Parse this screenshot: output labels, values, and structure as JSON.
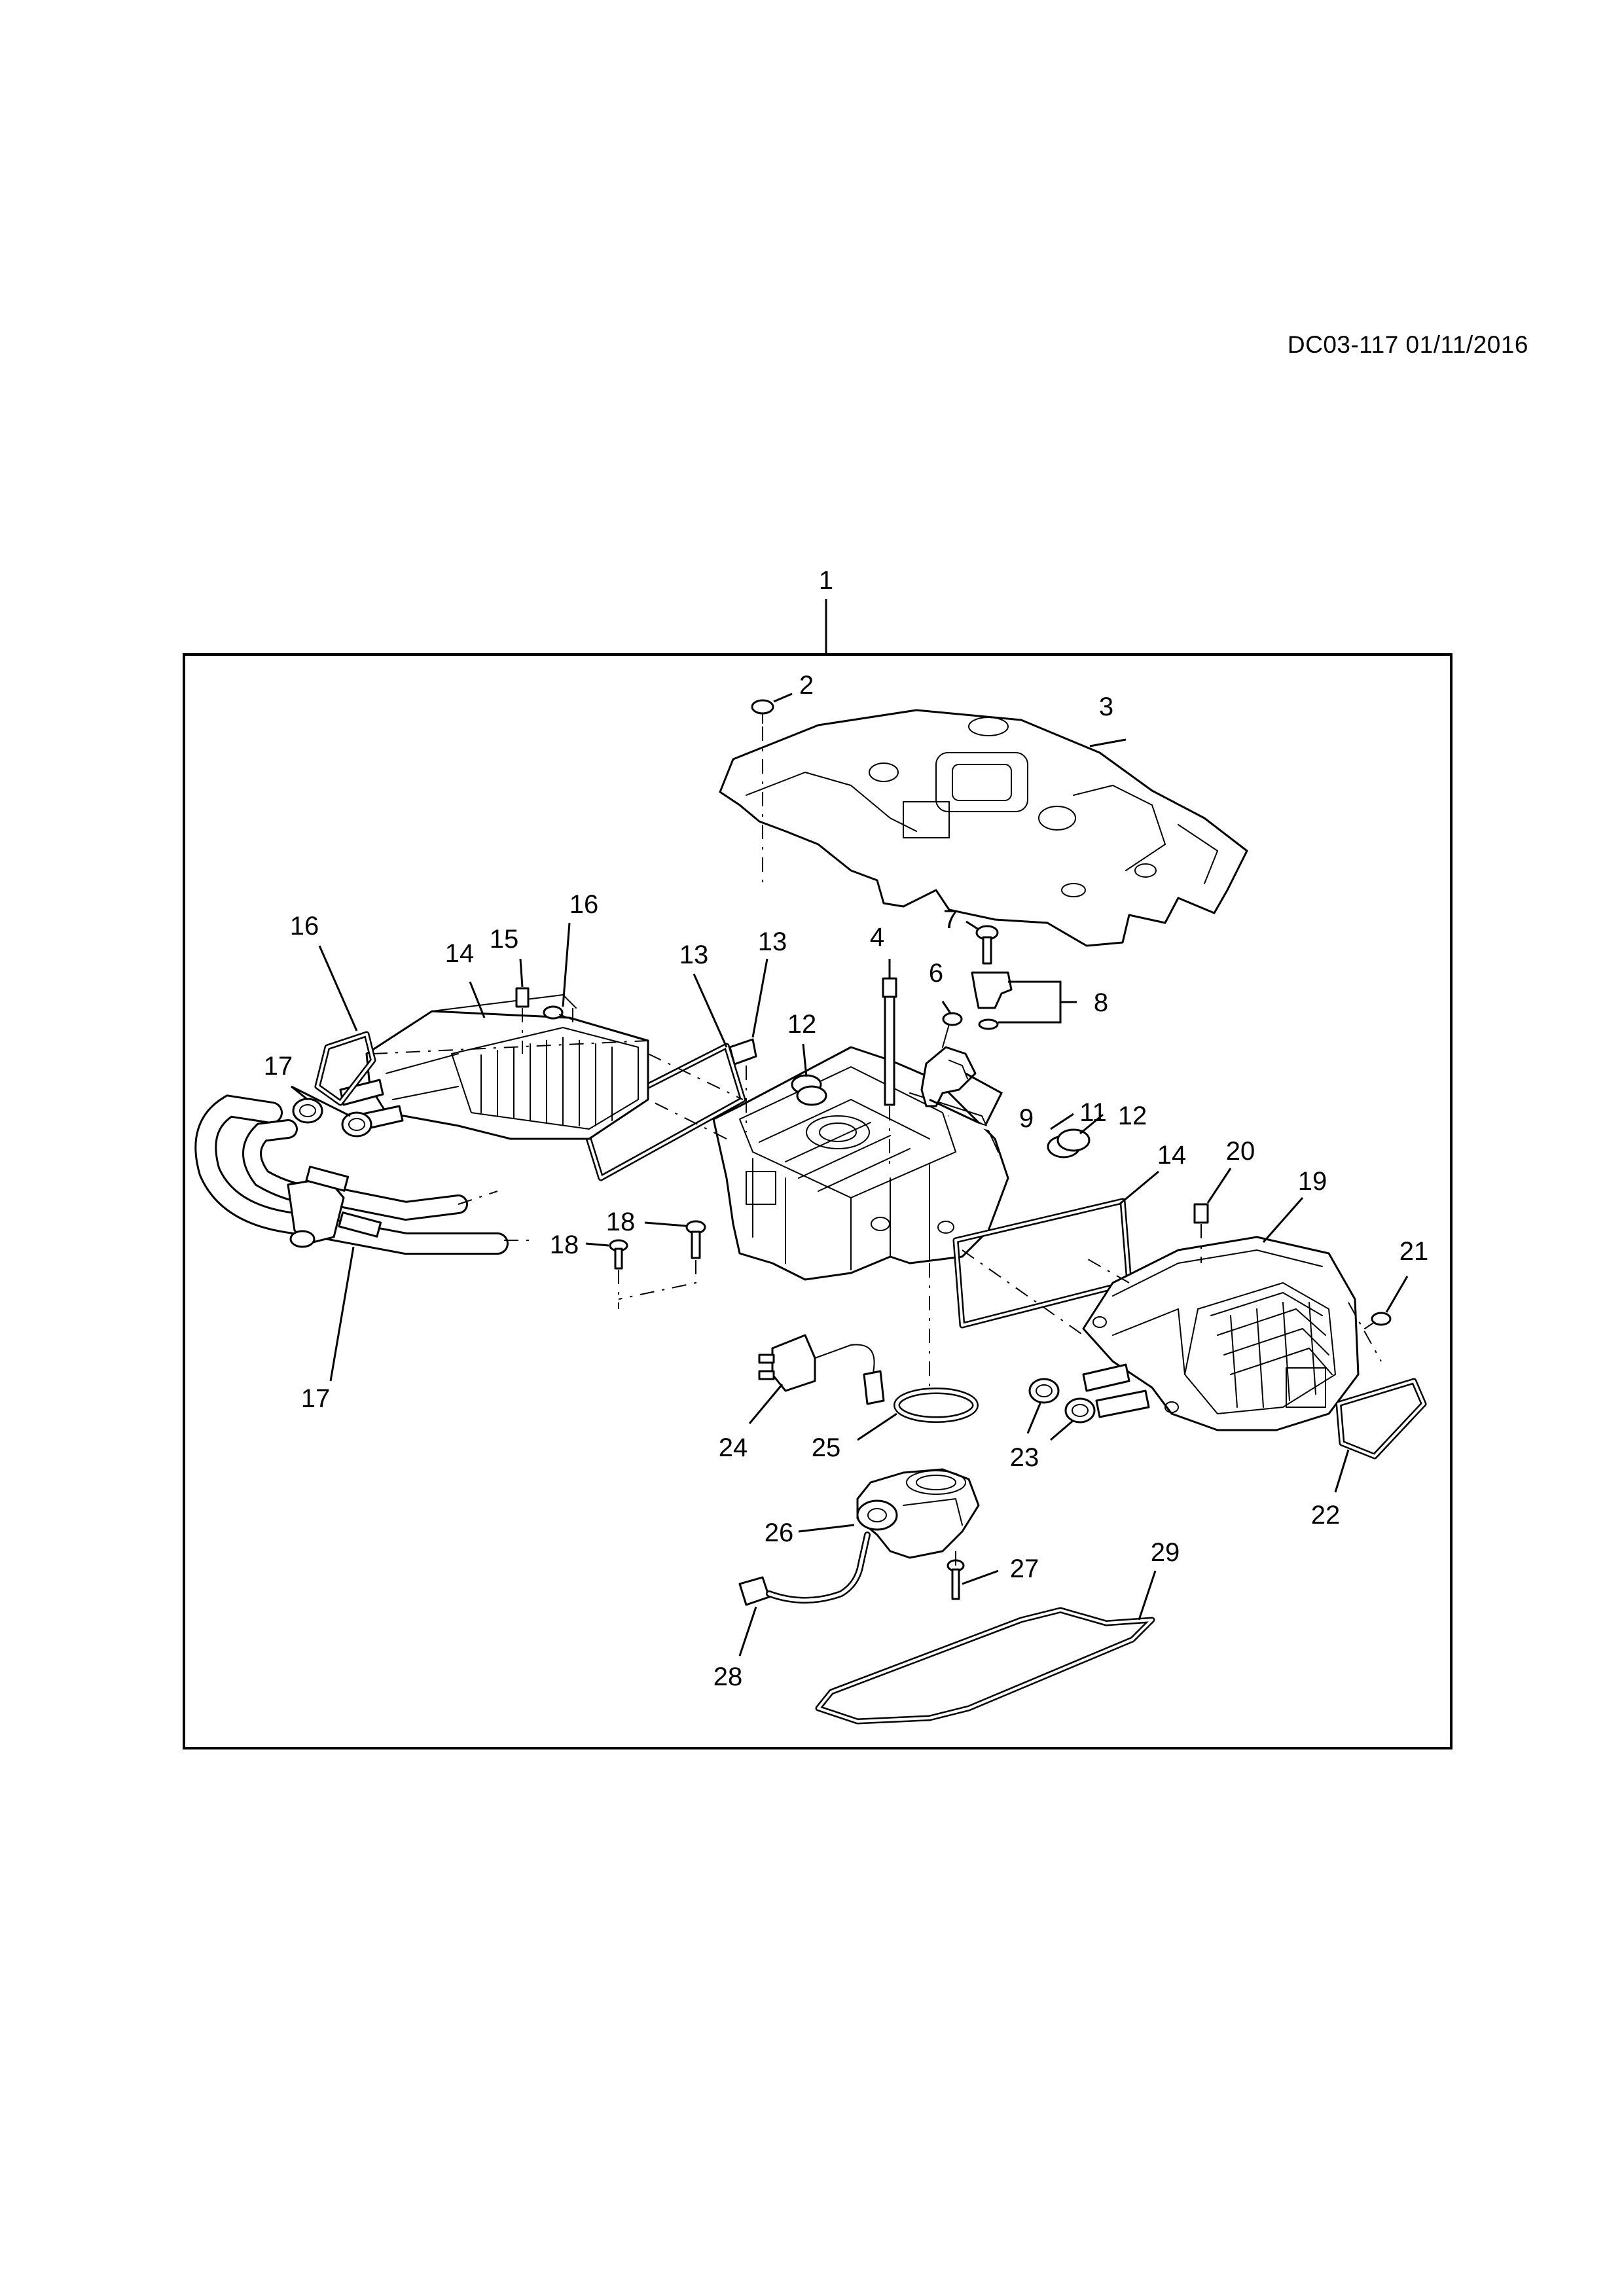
{
  "document": {
    "code": "DC03-117 01/11/2016"
  },
  "assembly": {
    "callout": "1"
  },
  "callouts": [
    {
      "id": "c2",
      "label": "2"
    },
    {
      "id": "c3",
      "label": "3"
    },
    {
      "id": "c4",
      "label": "4"
    },
    {
      "id": "c6",
      "label": "6"
    },
    {
      "id": "c7",
      "label": "7"
    },
    {
      "id": "c8",
      "label": "8"
    },
    {
      "id": "c9",
      "label": "9"
    },
    {
      "id": "c11",
      "label": "11"
    },
    {
      "id": "c12a",
      "label": "12"
    },
    {
      "id": "c12b",
      "label": "12"
    },
    {
      "id": "c13a",
      "label": "13"
    },
    {
      "id": "c13b",
      "label": "13"
    },
    {
      "id": "c14a",
      "label": "14"
    },
    {
      "id": "c14b",
      "label": "14"
    },
    {
      "id": "c15",
      "label": "15"
    },
    {
      "id": "c16a",
      "label": "16"
    },
    {
      "id": "c16b",
      "label": "16"
    },
    {
      "id": "c17a",
      "label": "17"
    },
    {
      "id": "c17b",
      "label": "17"
    },
    {
      "id": "c18a",
      "label": "18"
    },
    {
      "id": "c18b",
      "label": "18"
    },
    {
      "id": "c19",
      "label": "19"
    },
    {
      "id": "c20",
      "label": "20"
    },
    {
      "id": "c21",
      "label": "21"
    },
    {
      "id": "c22",
      "label": "22"
    },
    {
      "id": "c23",
      "label": "23"
    },
    {
      "id": "c24",
      "label": "24"
    },
    {
      "id": "c25",
      "label": "25"
    },
    {
      "id": "c26",
      "label": "26"
    },
    {
      "id": "c27",
      "label": "27"
    },
    {
      "id": "c28",
      "label": "28"
    },
    {
      "id": "c29",
      "label": "29"
    }
  ]
}
